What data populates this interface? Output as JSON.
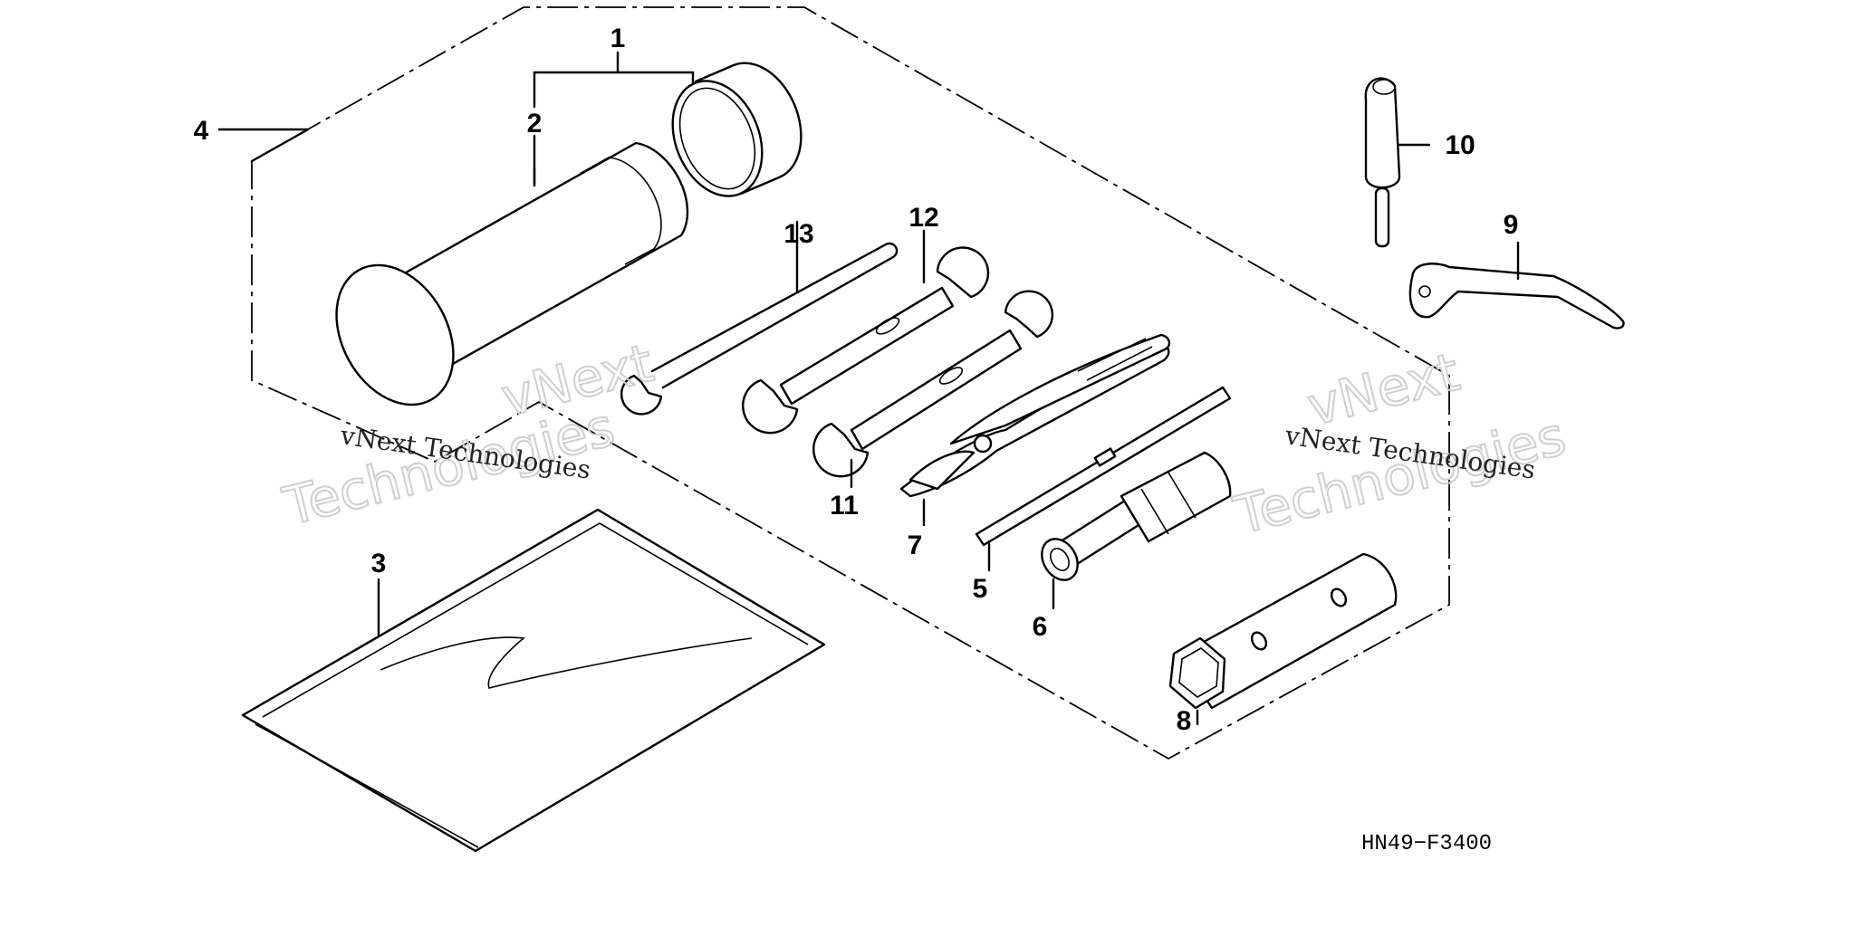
{
  "diagram": {
    "part_code": "HN49−F3400",
    "watermarks": [
      {
        "line1": "vNext",
        "line2": "Technologies",
        "caption": "vNext Technologies"
      },
      {
        "line1": "vNext",
        "line2": "Technologies",
        "caption": "vNext Technologies"
      }
    ],
    "callouts": {
      "c1": "1",
      "c2": "2",
      "c3": "3",
      "c4": "4",
      "c5": "5",
      "c6": "6",
      "c7": "7",
      "c8": "8",
      "c9": "9",
      "c10": "10",
      "c11": "11",
      "c12": "12",
      "c13": "13"
    }
  }
}
